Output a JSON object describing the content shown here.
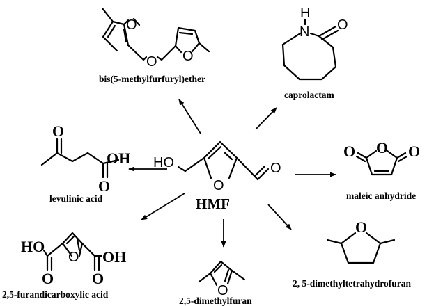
{
  "center": {
    "label": "HMF",
    "atoms": {
      "ho": "HO",
      "o_ring": "O",
      "o_ald": "O"
    }
  },
  "products": {
    "ether": {
      "name": "bis(5-methylfurfuryl)ether",
      "atoms": {
        "o1": "O",
        "o2": "O",
        "o3": "O"
      }
    },
    "caprolactam": {
      "name": "caprolactam",
      "atoms": {
        "h": "H",
        "n": "N",
        "o": "O"
      }
    },
    "levulinic": {
      "name": "levulinic acid",
      "atoms": {
        "o1": "O",
        "oh": "OH",
        "o2": "O"
      }
    },
    "maleic": {
      "name": "maleic anhydride",
      "atoms": {
        "o1": "O",
        "o2": "O",
        "o3": "O"
      }
    },
    "fdca": {
      "name": "2,5-furandicarboxylic acid",
      "atoms": {
        "ho": "HO",
        "o_ring": "O",
        "oh": "OH",
        "o1": "O",
        "o2": "O"
      }
    },
    "dmf": {
      "name": "2,5-dimethylfuran",
      "atoms": {
        "o": "O"
      }
    },
    "dmthf": {
      "name": "2, 5-dimethyltetrahydrofuran",
      "atoms": {
        "o": "O"
      }
    }
  }
}
